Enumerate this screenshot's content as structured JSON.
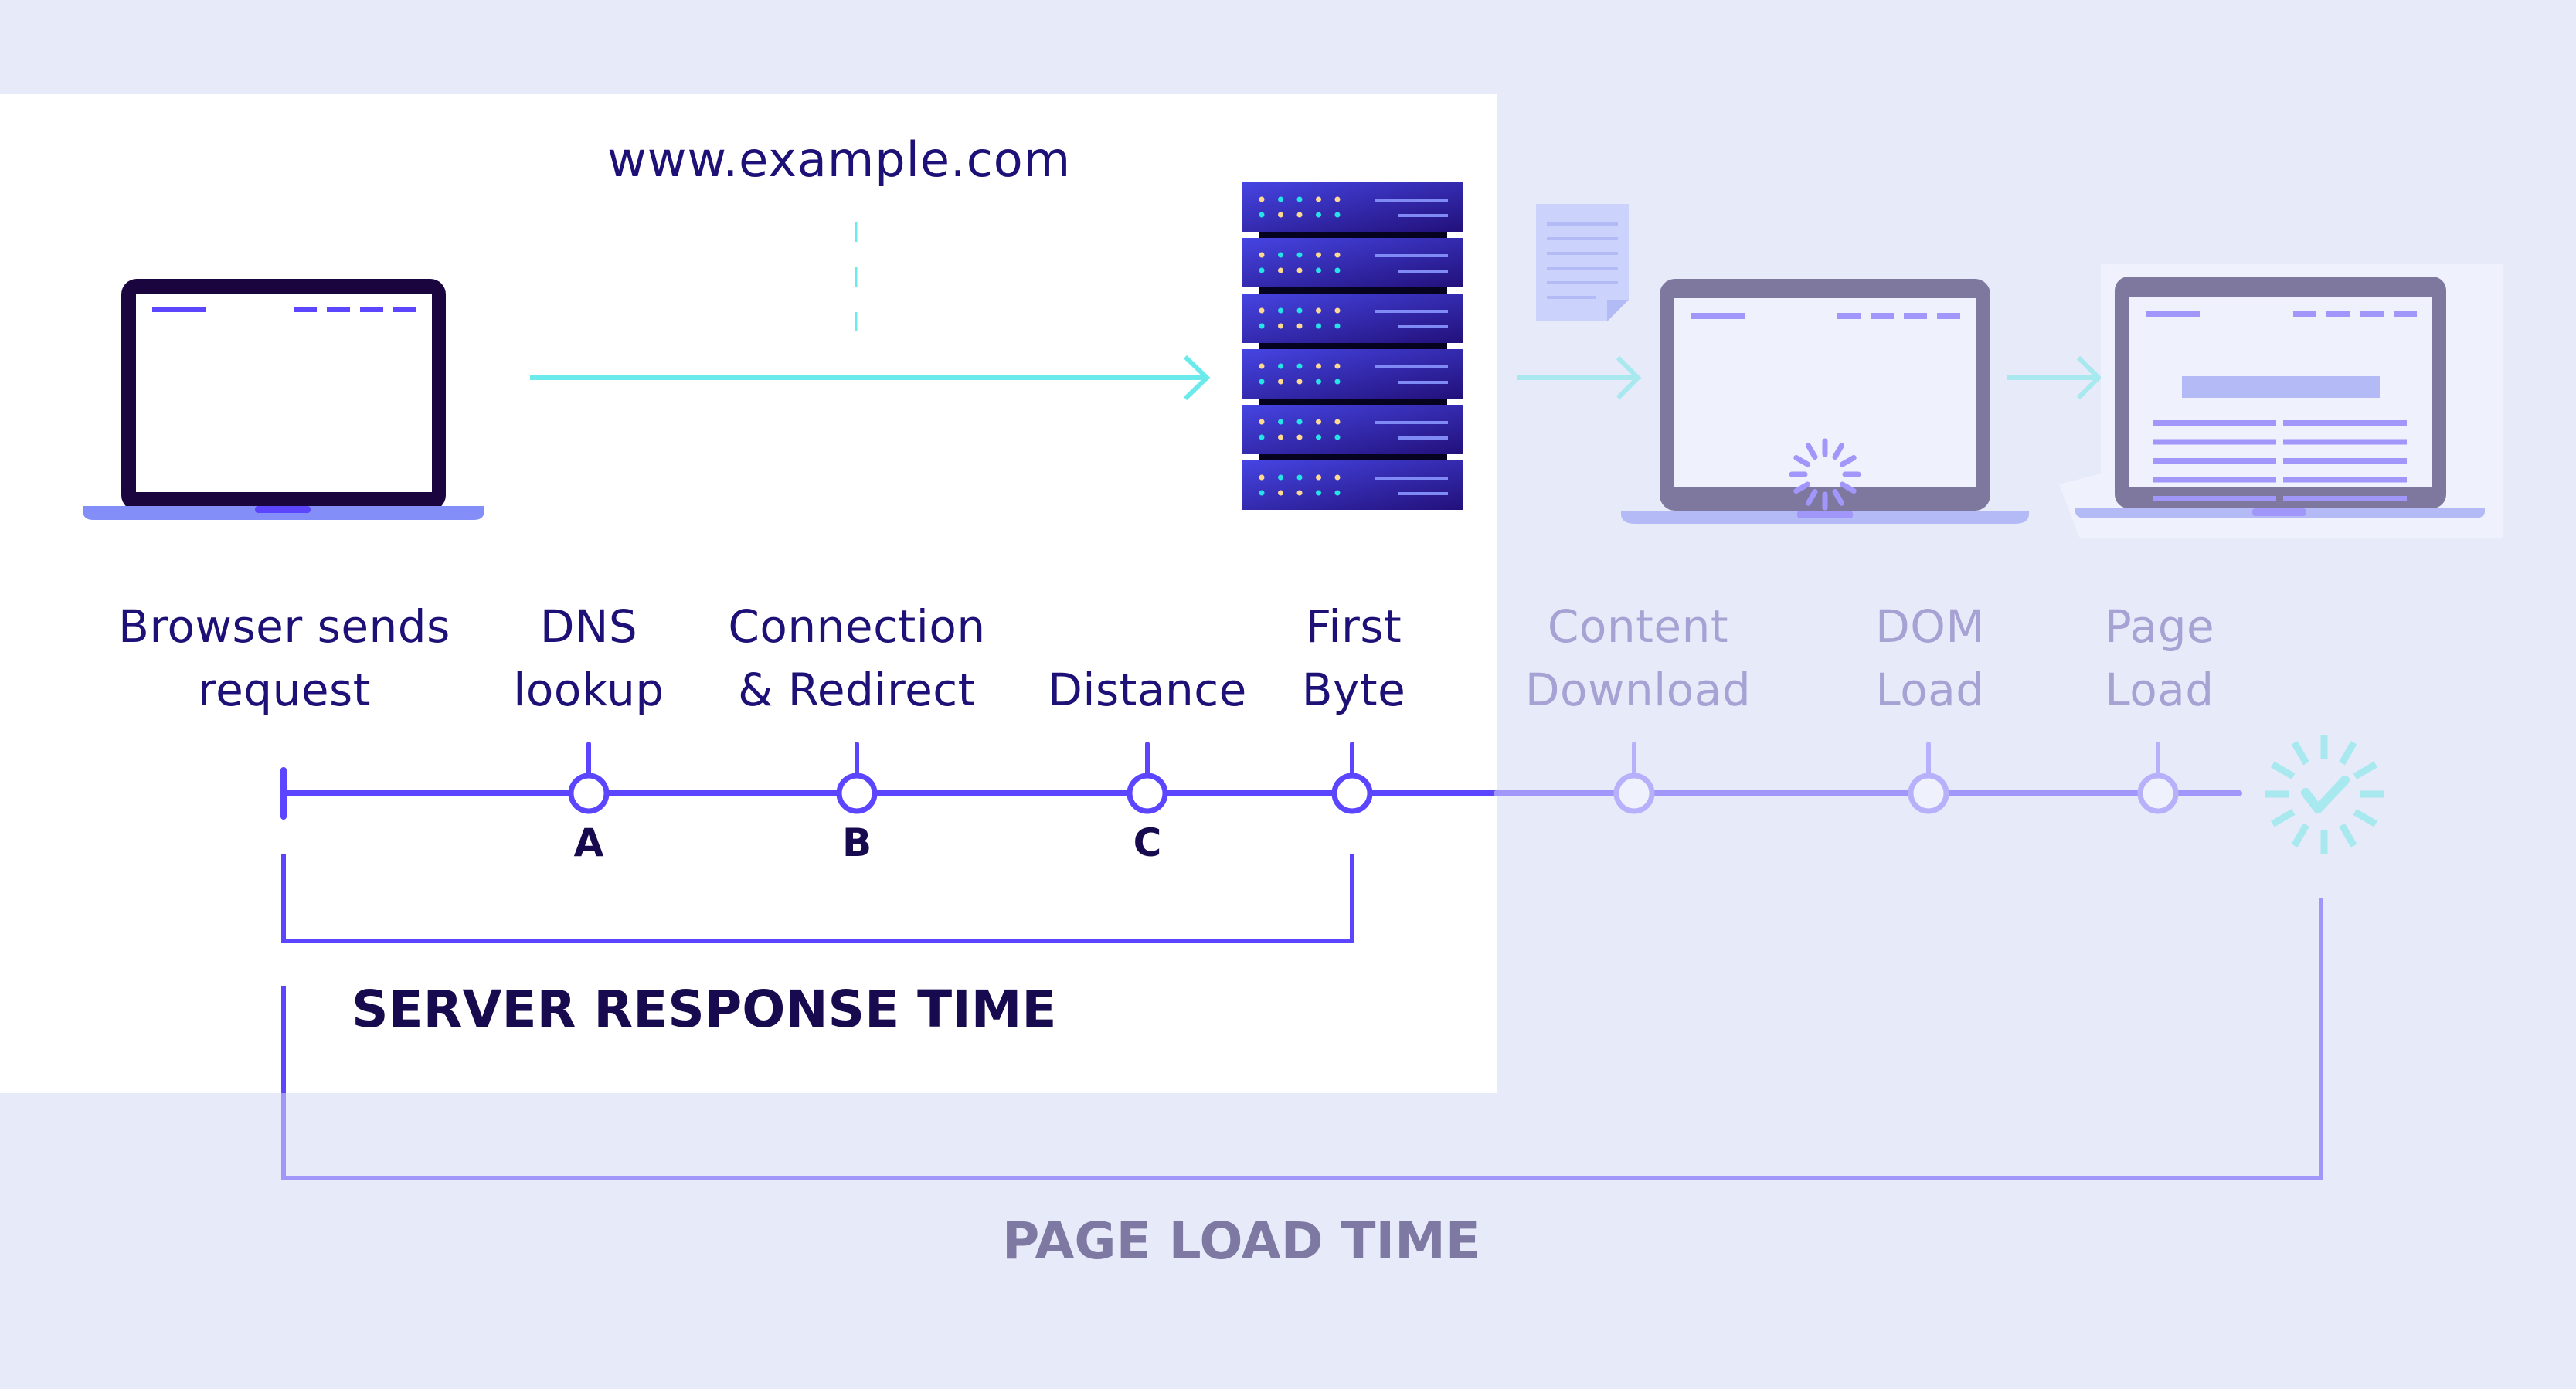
{
  "url_label": "www.example.com",
  "stages": [
    {
      "line1": "Browser sends",
      "line2": "request",
      "marker": "",
      "phase": "server"
    },
    {
      "line1": "DNS",
      "line2": "lookup",
      "marker": "A",
      "phase": "server"
    },
    {
      "line1": "Connection",
      "line2": "& Redirect",
      "marker": "B",
      "phase": "server"
    },
    {
      "line1": "",
      "line2": "Distance",
      "marker": "C",
      "phase": "server"
    },
    {
      "line1": "First",
      "line2": "Byte",
      "marker": "",
      "phase": "server"
    },
    {
      "line1": "Content",
      "line2": "Download",
      "marker": "",
      "phase": "page"
    },
    {
      "line1": "DOM",
      "line2": "Load",
      "marker": "",
      "phase": "page"
    },
    {
      "line1": "Page",
      "line2": "Load",
      "marker": "",
      "phase": "page"
    }
  ],
  "server_response_label": "SERVER RESPONSE TIME",
  "page_load_label": "PAGE LOAD TIME",
  "icons": {
    "client": "laptop-icon",
    "server": "server-rack-icon",
    "document": "document-icon",
    "loading": "loading-spinner-laptop-icon",
    "loaded": "loaded-page-laptop-icon",
    "complete": "check-complete-icon"
  },
  "colors": {
    "background": "#e7eaf9",
    "panel": "#ffffff",
    "accent": "#5b45ff",
    "accent_faded": "#a196fa",
    "arrow": "#6aeaeb",
    "arrow_faded": "#a8e8ef",
    "text": "#1d1077",
    "text_faded": "#a6a2d4"
  }
}
